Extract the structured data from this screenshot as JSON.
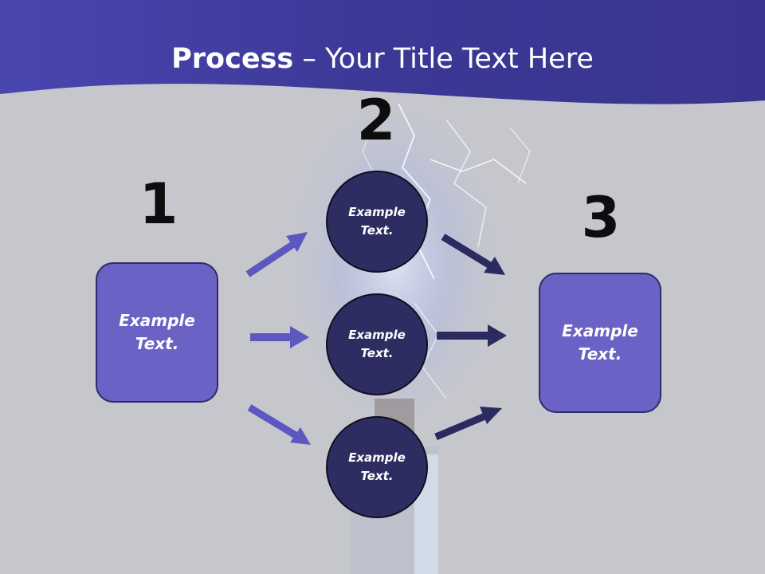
{
  "slide": {
    "title_bold": "Process",
    "title_rest": " – Your Title Text Here"
  },
  "steps": {
    "step1": "1",
    "step2": "2",
    "step3": "3"
  },
  "nodes": {
    "left_box": "Example\nText.",
    "circle_top": "Example\nText.",
    "circle_middle": "Example\nText.",
    "circle_bottom": "Example\nText.",
    "right_box": "Example\nText."
  },
  "colors": {
    "header": "#3e3a9e",
    "background": "#c6c7cd",
    "box_fill": "#6a62c4",
    "circle_fill": "#2e2d62",
    "arrow_light": "#5d58c0",
    "arrow_dark": "#2c2b60"
  }
}
